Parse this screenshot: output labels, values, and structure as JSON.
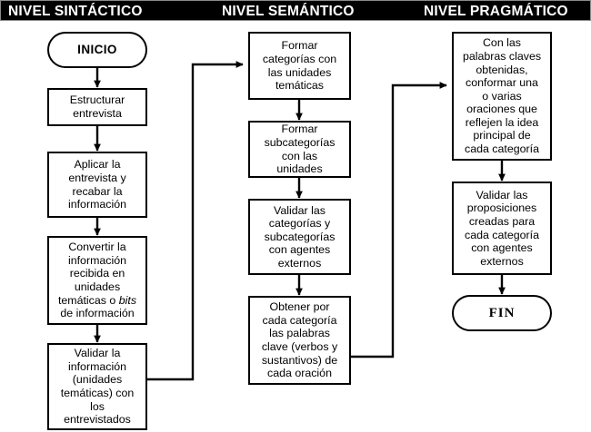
{
  "diagram": {
    "title_bar": {
      "background": "#000000",
      "text_color": "#ffffff",
      "columns": [
        {
          "label": "NIVEL SINTÁCTICO"
        },
        {
          "label": "NIVEL SEMÁNTICO"
        },
        {
          "label": "NIVEL PRAGMÁTICO"
        }
      ]
    },
    "colors": {
      "node_border": "#000000",
      "node_fill": "#ffffff",
      "connector": "#000000",
      "page_background": "#ffffff"
    },
    "columns": [
      {
        "name": "nivel-sintactico",
        "nodes": [
          {
            "id": "inicio",
            "shape": "terminator",
            "text": "INICIO"
          },
          {
            "id": "estructurar-entrevista",
            "shape": "process",
            "text": "Estructurar\nentrevista"
          },
          {
            "id": "aplicar-entrevista",
            "shape": "process",
            "text": "Aplicar la\nentrevista y\nrecabar la\ninformación"
          },
          {
            "id": "convertir-informacion",
            "shape": "process",
            "text_html": "Convertir la\ninformación\nrecibida en\nunidades\ntemáticas o <em>bits</em>\nde información"
          },
          {
            "id": "validar-informacion",
            "shape": "process",
            "text": "Validar la\ninformación\n(unidades\ntemáticas) con\nlos\nentrevistados"
          }
        ]
      },
      {
        "name": "nivel-semantico",
        "nodes": [
          {
            "id": "formar-categorias",
            "shape": "process",
            "text": "Formar\ncategorías con\nlas unidades\ntemáticas"
          },
          {
            "id": "formar-subcategorias",
            "shape": "process",
            "text": "Formar\nsubcategorías\ncon las\nunidades"
          },
          {
            "id": "validar-categorias",
            "shape": "process",
            "text": "Validar las\ncategorías y\nsubcategorías\ncon agentes\nexternos"
          },
          {
            "id": "obtener-palabras-clave",
            "shape": "process",
            "text": "Obtener por\ncada categoría\nlas palabras\nclave (verbos y\nsustantivos) de\ncada oración"
          }
        ]
      },
      {
        "name": "nivel-pragmatico",
        "nodes": [
          {
            "id": "conformar-oraciones",
            "shape": "process",
            "text": "Con las\npalabras claves\nobtenidas,\nconformar una\no varias\noraciones que\nreflejen la idea\nprincipal de\ncada categoría"
          },
          {
            "id": "validar-proposiciones",
            "shape": "process",
            "text": "Validar las\nproposiciones\ncreadas para\ncada categoría\ncon agentes\nexternos"
          },
          {
            "id": "fin",
            "shape": "terminator",
            "text": "FIN"
          }
        ]
      }
    ],
    "connectors": [
      {
        "from": "inicio",
        "to": "estructurar-entrevista",
        "kind": "vertical-arrow"
      },
      {
        "from": "estructurar-entrevista",
        "to": "aplicar-entrevista",
        "kind": "vertical-arrow"
      },
      {
        "from": "aplicar-entrevista",
        "to": "convertir-informacion",
        "kind": "vertical-arrow"
      },
      {
        "from": "convertir-informacion",
        "to": "validar-informacion",
        "kind": "vertical-arrow"
      },
      {
        "from": "validar-informacion",
        "to": "formar-categorias",
        "kind": "elbow-arrow"
      },
      {
        "from": "formar-categorias",
        "to": "formar-subcategorias",
        "kind": "vertical-arrow"
      },
      {
        "from": "formar-subcategorias",
        "to": "validar-categorias",
        "kind": "vertical-arrow"
      },
      {
        "from": "validar-categorias",
        "to": "obtener-palabras-clave",
        "kind": "vertical-arrow"
      },
      {
        "from": "obtener-palabras-clave",
        "to": "conformar-oraciones",
        "kind": "elbow-arrow"
      },
      {
        "from": "conformar-oraciones",
        "to": "validar-proposiciones",
        "kind": "vertical-arrow"
      },
      {
        "from": "validar-proposiciones",
        "to": "fin",
        "kind": "vertical-arrow"
      }
    ]
  }
}
